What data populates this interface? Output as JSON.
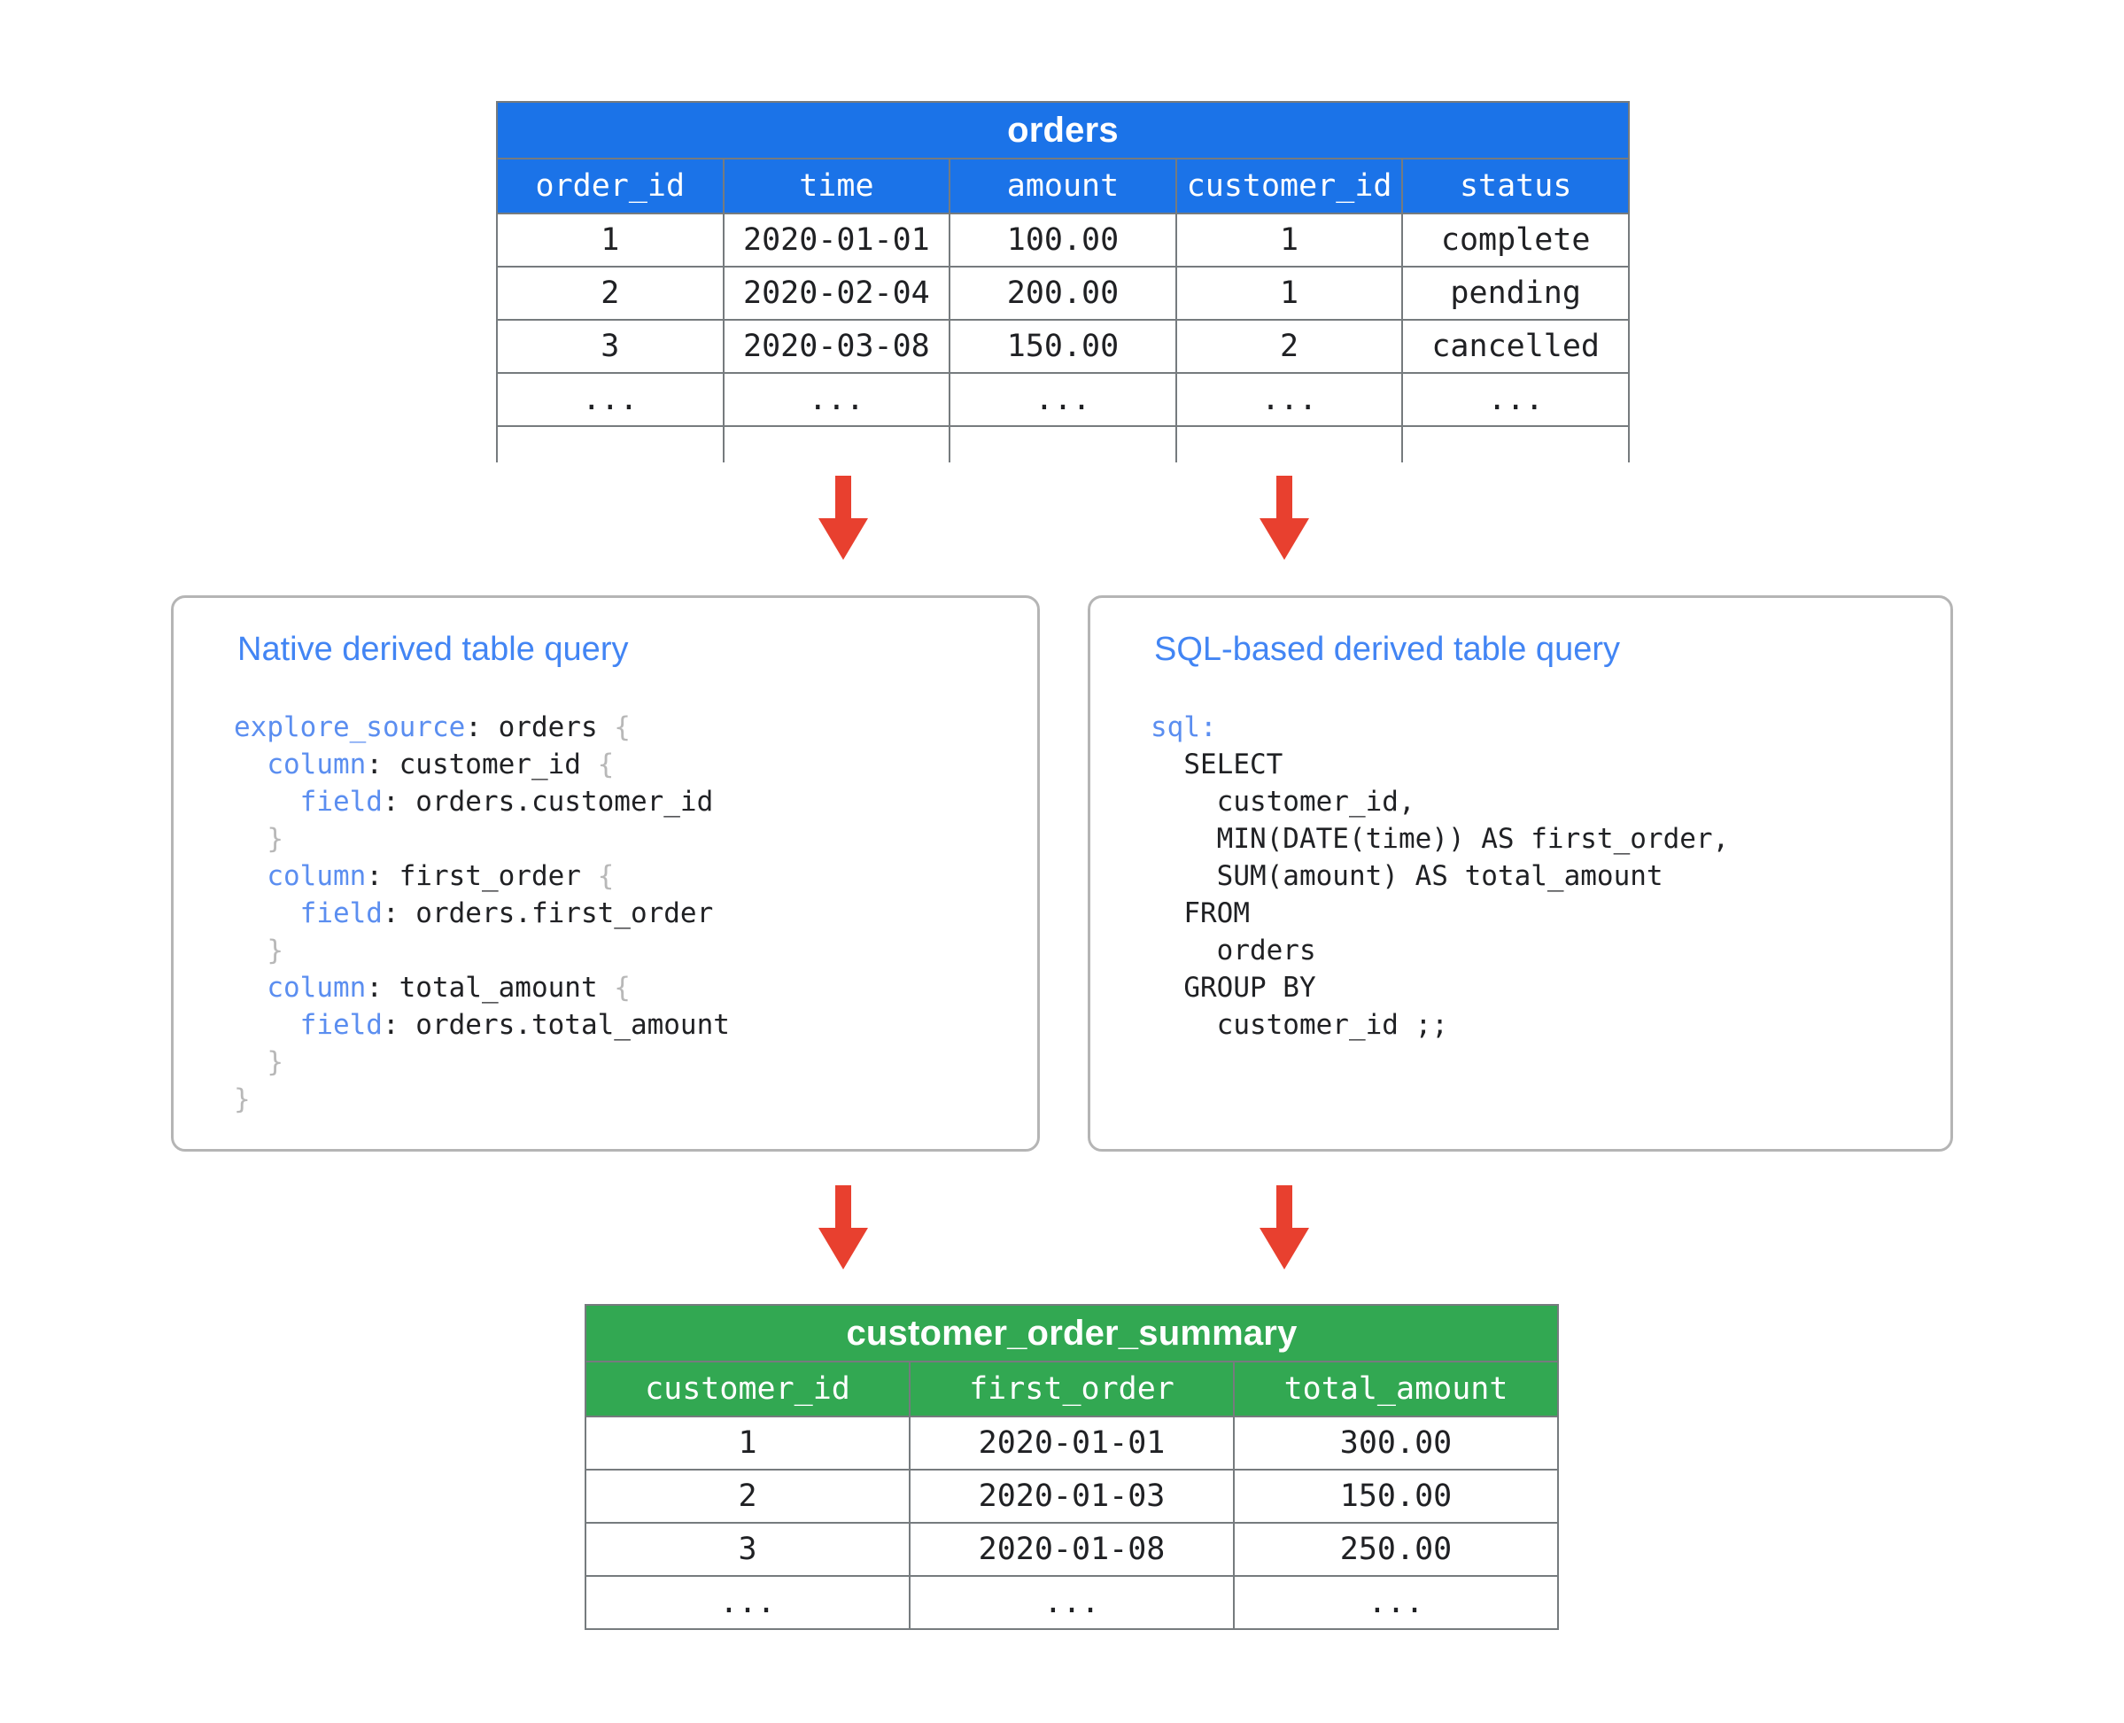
{
  "colors": {
    "source_table_header": "#1b73e8",
    "result_table_header": "#32a852",
    "arrow": "#e8402f",
    "panel_title": "#4285f4",
    "code_keyword": "#5b8ef0",
    "table_border": "#767b7e",
    "panel_border": "#b5b5b5"
  },
  "source_table": {
    "title": "orders",
    "columns": [
      "order_id",
      "time",
      "amount",
      "customer_id",
      "status"
    ],
    "rows": [
      [
        "1",
        "2020-01-01",
        "100.00",
        "1",
        "complete"
      ],
      [
        "2",
        "2020-02-04",
        "200.00",
        "1",
        "pending"
      ],
      [
        "3",
        "2020-03-08",
        "150.00",
        "2",
        "cancelled"
      ],
      [
        "...",
        "...",
        "...",
        "...",
        "..."
      ]
    ]
  },
  "result_table": {
    "title": "customer_order_summary",
    "columns": [
      "customer_id",
      "first_order",
      "total_amount"
    ],
    "rows": [
      [
        "1",
        "2020-01-01",
        "300.00"
      ],
      [
        "2",
        "2020-01-03",
        "150.00"
      ],
      [
        "3",
        "2020-01-08",
        "250.00"
      ],
      [
        "...",
        "...",
        "..."
      ]
    ]
  },
  "panels": {
    "native": {
      "title": "Native derived table query",
      "code_lines": [
        [
          {
            "t": "explore_source",
            "c": "kw"
          },
          {
            "t": ": orders ",
            "c": ""
          },
          {
            "t": "{",
            "c": "br"
          }
        ],
        [
          {
            "t": "  ",
            "c": ""
          },
          {
            "t": "column",
            "c": "kw"
          },
          {
            "t": ": customer_id ",
            "c": ""
          },
          {
            "t": "{",
            "c": "br"
          }
        ],
        [
          {
            "t": "    ",
            "c": ""
          },
          {
            "t": "field",
            "c": "kw"
          },
          {
            "t": ": orders.customer_id",
            "c": ""
          }
        ],
        [
          {
            "t": "  ",
            "c": ""
          },
          {
            "t": "}",
            "c": "br"
          }
        ],
        [
          {
            "t": "  ",
            "c": ""
          },
          {
            "t": "column",
            "c": "kw"
          },
          {
            "t": ": first_order ",
            "c": ""
          },
          {
            "t": "{",
            "c": "br"
          }
        ],
        [
          {
            "t": "    ",
            "c": ""
          },
          {
            "t": "field",
            "c": "kw"
          },
          {
            "t": ": orders.first_order",
            "c": ""
          }
        ],
        [
          {
            "t": "  ",
            "c": ""
          },
          {
            "t": "}",
            "c": "br"
          }
        ],
        [
          {
            "t": "  ",
            "c": ""
          },
          {
            "t": "column",
            "c": "kw"
          },
          {
            "t": ": total_amount ",
            "c": ""
          },
          {
            "t": "{",
            "c": "br"
          }
        ],
        [
          {
            "t": "    ",
            "c": ""
          },
          {
            "t": "field",
            "c": "kw"
          },
          {
            "t": ": orders.total_amount",
            "c": ""
          }
        ],
        [
          {
            "t": "  ",
            "c": ""
          },
          {
            "t": "}",
            "c": "br"
          }
        ],
        [
          {
            "t": "}",
            "c": "br"
          }
        ]
      ]
    },
    "sql": {
      "title": "SQL-based derived table query",
      "code_lines": [
        [
          {
            "t": "sql",
            "c": "kw"
          },
          {
            "t": ":",
            "c": "kw"
          }
        ],
        [
          {
            "t": "  SELECT",
            "c": ""
          }
        ],
        [
          {
            "t": "    customer_id,",
            "c": ""
          }
        ],
        [
          {
            "t": "    MIN(DATE(time)) AS first_order,",
            "c": ""
          }
        ],
        [
          {
            "t": "    SUM(amount) AS total_amount",
            "c": ""
          }
        ],
        [
          {
            "t": "  FROM",
            "c": ""
          }
        ],
        [
          {
            "t": "    orders",
            "c": ""
          }
        ],
        [
          {
            "t": "  GROUP BY",
            "c": ""
          }
        ],
        [
          {
            "t": "    customer_id ;;",
            "c": ""
          }
        ]
      ]
    }
  },
  "arrows": [
    {
      "name": "arrow-orders-to-native",
      "label": "down-arrow-icon"
    },
    {
      "name": "arrow-orders-to-sql",
      "label": "down-arrow-icon"
    },
    {
      "name": "arrow-native-to-summary",
      "label": "down-arrow-icon"
    },
    {
      "name": "arrow-sql-to-summary",
      "label": "down-arrow-icon"
    }
  ]
}
